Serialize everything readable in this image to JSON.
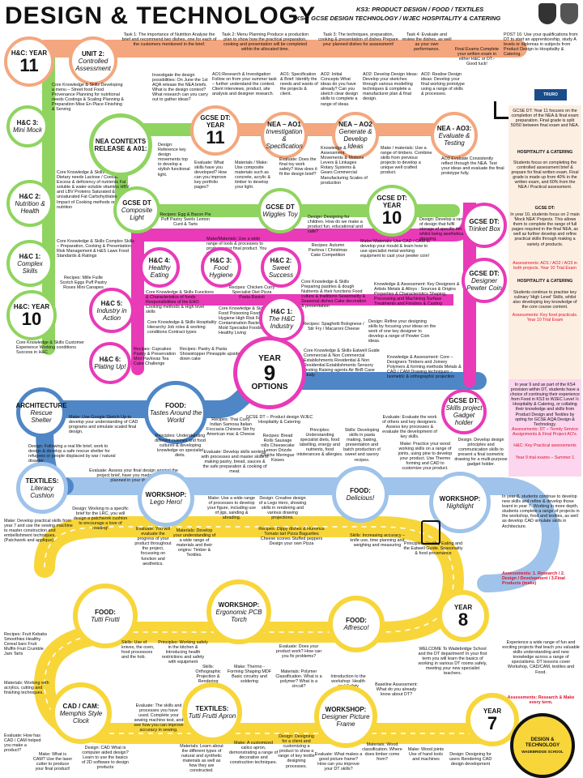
{
  "header": {
    "logo_text": "DESIGN & TECHNOLOGY",
    "ks3": "KS3: PRODUCT DESIGN / FOOD / TEXTILES",
    "ks4": "KS4: GCSE DESIGN TECHNOLOGY / WJEC HOSPITALITY & CATERING"
  },
  "colors": {
    "orange": "#f4a77e",
    "green": "#8fd460",
    "magenta": "#e93ab8",
    "blue": "#4f86c6",
    "yellow": "#f8d63a",
    "light_blue": "#9fc3ea",
    "red": "#e0102b"
  },
  "stops": {
    "y11": {
      "label": "H&C: YEAR",
      "num": "11"
    },
    "unit2": {
      "title": "UNIT 2:",
      "sub": "Controlled Assessment"
    },
    "mini_mock": {
      "title": "H&C 3:",
      "sub": "Mini Mock"
    },
    "nutrition": {
      "title": "H&C 2:",
      "sub": "Nutrition & Health"
    },
    "complex": {
      "title": "H&C 1:",
      "sub": "Complex Skills"
    },
    "y10hc": {
      "label": "H&C: YEAR",
      "num": "10"
    },
    "nea_context": {
      "title": "NEA CONTEXTS RELEASE & A01:"
    },
    "gcse11": {
      "label": "GCSE DT: YEAR",
      "num": "11"
    },
    "nea_ao1": {
      "title": "NEA – AO1",
      "sub": "Investigation & Specification"
    },
    "nea_ao2": {
      "title": "NEA – AO2",
      "sub": "Generate & Develop Ideas"
    },
    "nea_ao3": {
      "title": "NEA - AO3:",
      "sub": "Evaluate & Testing"
    },
    "composite": {
      "title": "GCSE DT",
      "sub": "Composite Light"
    },
    "wiggles": {
      "title": "GCSE DT",
      "sub": "Wiggles Toy"
    },
    "gcse10": {
      "label": "GCSE DT: YEAR",
      "num": "10"
    },
    "trinket": {
      "title": "GCSE DT:",
      "sub": "Trinket Box"
    },
    "pewter": {
      "title": "GCSE DT:",
      "sub": "Designer Pewter Coin"
    },
    "healthy": {
      "title": "H&C 4:",
      "sub": "Healthy Eating"
    },
    "hygiene": {
      "title": "H&C 3:",
      "sub": "Food Hygiene"
    },
    "sweet": {
      "title": "H&C 2:",
      "sub": "Sweet Success"
    },
    "industry_action": {
      "title": "H&C 5:",
      "sub": "Industry in Action"
    },
    "hc_industry": {
      "title": "H&C 1:",
      "sub": "The H&C Industry"
    },
    "plating": {
      "title": "H&C 6:",
      "sub": "Plating Up!"
    },
    "y9": {
      "label": "YEAR",
      "num": "9",
      "opt": "OPTIONS",
      "desc": "GCSE DT – Product design WJEC Hospitality & Catering"
    },
    "gadget": {
      "title": "GCSE DT:",
      "sub": "Skills project Gadget holder"
    },
    "architecture": {
      "title": "ARCHITECTURE",
      "sub": "Rescue Shelter"
    },
    "food_world": {
      "title": "FOOD:",
      "sub": "Tastes Around the World"
    },
    "textiles_lit": {
      "title": "TEXTILES:",
      "sub": "Literacy Cushion"
    },
    "lego": {
      "title": "WORKSHOP:",
      "sub": "Lego Hero!"
    },
    "delicious": {
      "title": "FOOD:",
      "sub": "Delicious!"
    },
    "nightlight": {
      "title": "WORKSHOP:",
      "sub": "Nightlight"
    },
    "tutti": {
      "title": "FOOD:",
      "sub": "Tutti Frutti"
    },
    "pcb": {
      "title": "WORKSHOP:",
      "sub": "Ergonomic PCB Torch"
    },
    "alfresco": {
      "title": "FOOD:",
      "sub": "Alfresco!"
    },
    "y8": {
      "label": "YEAR",
      "num": "8"
    },
    "memphis": {
      "title": "CAD / CAM:",
      "sub": "Memphis Style Clock"
    },
    "apron": {
      "title": "TEXTILES:",
      "sub": "Tutti Frutti Apron"
    },
    "frame": {
      "title": "WORKSHOP:",
      "sub": "Designer Picture Frame"
    },
    "y7": {
      "label": "YEAR",
      "num": "7"
    }
  },
  "texts": {
    "task1": "Task 1: The importance of Nutrition Analyse the brief and recommend two dishes, one for each of the customers mentioned in the brief.",
    "task2": "Task 2: Menu Planning Produce a production plan to show how the practical preparation, cooking and presentation will be completed within the allocated time.",
    "task3": "Task 3: The techniques, preparation, cooking & presentation of dishes Prepare your planned dishes for assessment!",
    "task4": "Task 4: Evaluate and review the dishes, as well as your own performance.",
    "final_exams": "Final Exams Complete your written exam in either H&C or DT– Good luck!",
    "post16": "POST 16: Use your qualifications from DT to start an apprenticeship, study A levels or diplomas in subjects from Product Design to Hospitality & Catering.",
    "truro": "TRURO COLLEGE",
    "unit2_skills": "Core Knowledge & Skills Developing a menu – Street food Food Provenance Planning for nutritional needs Costings & Scaling Planning & Preparation Mise En Place Finishing & Serving",
    "nutrition_skills": "Core Knowledge & Skills Nutrients & Dietary needs Lactose / Coeliac Excess & deficiency of nutrients Fat soluble & water-soluble vitamins HBV and LBV Proteins Saturated & unsaturated Fat Carbohydrates Impact of Cooking methods on nutrition",
    "complex_skills": "Core Knowledge & Skills Complex Skills – Preparation, Cooking & Presentation Risk Management & H&S Laws Food Standards & Ratings",
    "complex_recipes": "Recipes: Mille Fuille Scotch Eggs Puff Pastry Roses Mini Canapes",
    "y10_skills": "Core Knowledge & Skills Customer Experience Working conditions Success in H&C",
    "investigate": "Investigate the design possibilities: On June the 1st AQA release the NEA briefs. What is the design context? What research can you carry out to gather ideas?",
    "ao1": "AO1:Research & Investigation Follow on from your summer task – further understand the context. Client interviews, product, site analysis and designer research.",
    "ao1_spec": "AO1: Specification & Brief: Identify the needs and wants of the projects & client.",
    "ao2_initial": "AO2: Initial Concepts What ideas do you have already? Can you sketch clear design skills to complete a range of ideas.",
    "ao2_dev": "AO2: Develop Design Ideas: Develop your sketches through various modelling techniques & complete a manufacturer plan & final design.",
    "ao2_realise": "AO2: Realise Design ideas: Develop your final working prototype using a range of skills & processes.",
    "ao3": "AO3 Evaluate Consistently reflect through the NEA. Test your ideas and evaluate the final prototype fully.",
    "composite_design": "Design: Reference key design movements top to develop a stylish functional light.",
    "composite_eval": "Evaluate: What skills have you developed? How can you improve key portfolio pages?",
    "composite_make": "Materials / Make: Use composite materials such as concrete, acrylic & timber to develop your light.",
    "ao1_eval": "Evaluate: Does the final toy work safely? How does it fit the design brief?",
    "ao1_knowledge": "Knowledge & Assessment: Movements & Motions Levers & Linkages Rotary Systems & Gears Commercial Manufacturing Scales of production",
    "ao2_make": "Make / materials: Use a range of timbers. Combine skills from previous projects to develop a unique well crafted product.",
    "composite_recipes": "Recipes: Egg & Bacon Pie Puff Pastry Swirls Lemon Curd & Tarts",
    "wiggles_make": "Make/Materials: Use a wide range of tools & processes to produce your final product. You decide!",
    "wiggles_design": "Design: Designing for children. How do we make a product fun, educational and safe?",
    "trinket_design": "Design: Develop a range of design that fulfil storage of specific items, whilst being aesthetically pleasing.",
    "sweet_recipes": "Recipes: Autumn Pavlova / Christmas Cake Competition",
    "pewter_make": "Make/ Materials: Use CAD / CAM to develop your mould & learn how to use specialist metal working equipment to cast your pewter coin!",
    "healthy_skills": "Core Knowledge & Skills Functions & Characteristics of foods Responsibilities of the EHO Cooking methods & High level skills",
    "hygiene_recipes": "Recipes: Chicken Curry Specialist Diet Pizza Pasta Ravioli",
    "hygiene_skills": "Core Knowledge & Skills Food Poisoning Food Hygiene High Risk Foods & Contamination Bacteria & Mold Specialist Foods Healthy Living",
    "sweet_skills": "Core Knowledge & Skills Preparing pastries & dough Nutrients & their functions Food culture & traditions Seasonality & Seasonal dishes Cake decoration & presentation",
    "pewter_knowledge": "Knowledge & Assessment: Key Designers & Artists Metals & Alloys : Sources & Origins Properties & Characteristics Shaping, Processing and Machining Surface Treatments and Finishes & Casting",
    "industry_skills": "Core Knowledge & Skills Hospitality Hierarchy Job roles & working conditions Contract types",
    "hc_recipes": "Recipes: Spaghetti Bolognese / Stir Fry / Macaroni Cheese",
    "pewter_design": "Design: Refine your designing skills by focusing your ideas on the work of one key designer to develop a range of Pewter Coin ideas.",
    "plating_recipes": "Recipes: Cupcakes Pastry & Preservation Mini Pavlovas Tea Cake Challenge",
    "industry_recipes": "Recipes: Pastry & Pasta Showstopper Pineapple upside down cake",
    "hc_industry_skills": "Core Knowledge & Skills Eatwell Guide Commercial & Non Commercial Establishments Residential & Non Residential Establishments Sensory Testing Raising agents Air BnB Case Study",
    "gadget_knowledge": "Knowledge & Assessment: Core – Designers Timbers and Joinery Polymers & forming methods Metals & CAD / CAM Drawing techniques – Isometric & orthographic projection",
    "arch_make": "Make: Use Google Sketch Up to develop your understanding of CAD programs and simulate scaled final design.",
    "world_recipes": "Recipes: Thai Curry Indian Samosa Italian Foccacia Chinese Stir fry American mac & Cheese",
    "world_principles": "Principles: Understanding different cuisines and food cultures & developing knowledge on specialist diets.",
    "delicious_recipes": "Recipes: Bread Rolls Sausage rolls Cheesecake Lemon Drizzle Quiche Meringue Kisses",
    "delicious_principles": "Principles: Understanding specialist diets, food labelling, energy and nutrients, food intolerances & allergies.",
    "delicious_skills": "Skills: Developing skills in pasta making, baking, presentation and batch production of sweet and savory recipes.",
    "gadget_eval": "Evaluate: Evaluate the work of others and key designers. Assess key processes & evaluate the development of key skills.",
    "gadget_design": "Design: Develop design principles and communication skills to present a final isometric drawing for a multi-purpose gadget holder.",
    "gadget_make": "Make: Practice your wood working skills on a range of joints, using pine to develop your product. Use Thermo forming and CAD to customize your product.",
    "arch_design": "Design: Following a real life brief, work to design & develop a safe rescue shelter for refugees or people displaced by war / natural disaster.",
    "arch_eval": "Evaluate: Assess your final design against the project brief, have you made what you planned in your design?",
    "world_eval": "Evaluate: Develop skills working with processes and master skills in making pastry, bread, sauces & the safe preparation & cooking of meat.",
    "ks3_right": "In year 8, students continue to develop new skills and refine & develop those learnt in year 7. Working in more depth, students complete a range of projects in the workshop, food and textiles, as well as develop CAD simulate skills in Architecture.",
    "lit_make": "Make: Develop practical skills from year 7 and use the sewing machine to master construction and embellishment techniques. (Patchwork and applique).",
    "lit_design": "Design: Working to a specific brief for the LRC, you will design a patchwork cushion to encourage a love of reading!",
    "lego_eval": "Evaluate: You will evaluate the progress of your product throughout the project, focussing on function and aesthetics.",
    "lego_materials": "Materials: Develop your understanding of a wide range of materials and their origins: Timber & Textiles.",
    "lego_make": "Make: Use a wide range of processes to develop your figure, including use of jigs, sanding & abrading.",
    "lego_design": "Design: Creative design of a Lego Hero, showing skills in rendering and various drawing projections.",
    "delicious_recipes2": "Recipes: Dippy dishes & Hummus Tomato tart Pizza Baguettes Cheese scones Stuffed peppers Design your own Pizza",
    "alfresco_skills": "Skills: Increasing accuracy – knife use, time planning and weighing and measuring",
    "alfresco_principles": "Principles: Healthy Eating and the Eatwell Guide. Seasonality & food provenance",
    "tutti_recipes": "Recipes: Fruit Kebabs Smoothies Healthy Cereal bars Fruit Muffin Fruit Crumble Jam Tarts",
    "tutti_skills": "Skills: Use of knives, the oven, food processors and the hob.",
    "pcb_principles": "Principles: Working safely in the kitchen & Introducing health restrictions and safety with equipment",
    "pcb_skills": "Skills: Orthographic Projection & Rendering",
    "pcb_evaluate": "Evaluate: Does your product work? How can you fix problems?",
    "pcb_materials": "Materials: Polymer Classification. What is a polymer? What is a circuit?",
    "pcb_make": "Make: Thermo - Forming Shaping MDF Basic circuitry and soldering",
    "intro_workshop": "Introduction to the workshop: Health and Safety",
    "baseline": "Baseline Assessment: What do you already know about DT?",
    "welcome": "WELCOME To Wadebridge School and the DT department! In your first term you will learn the basics of working in various DT rooms safely, meeting your new specialist teachers.",
    "ks3_right2": "Experience a wide range of fun and exciting projects that teach you valuable skills understanding and new knowledge across a range of specialisms. DT lessons cover Workshop, CAD/CAM, textiles and Food.",
    "assess_y7": "Assessments: Research & Make every term.",
    "assess_y8": "Assessments: 1. Research / 2. Design / Development / 3.Final Products (make)",
    "memphis_materials": "Materials: Working with acrylics, cutting and finishing techniques.",
    "memphis_eval": "Evaluate: How has CAD / CAM helped you make a product?",
    "memphis_make": "Make: What is CAM? Use the laser cutter to produce your final product!",
    "memphis_design": "Design: CAD What is computer aided design? Learn to use the basics of 2D software to design products",
    "apron_eval": "Evaluate: The skills and processes you have used. Complete your sewing machine test, and see how you can improve accuracy in sewing.",
    "apron_materials": "Materials: Learn about the different types of natural and synthetic materials as well as how they are constructed.",
    "apron_make": "Make: A customized calico apron, demonstrating a range of decorative and construction techniques.",
    "apron_design": "Design: Designing for a client and customizing a product to show a range of key textile designing processes.",
    "frame_eval": "Evaluate: What makes a good picture frame? How can you improve your DT skills?",
    "frame_materials": "Materials: Wood classification. Where does timber come from?",
    "frame_make": "Make: Wood joints Use of hand tools and machines",
    "frame_design": "Design: Designing for users Rendering CAD design development",
    "badge": "DESIGN & TECHNOLOGY",
    "badge_sub": "WADEBRIDGE SCHOOL",
    "gcse_dt_right": "GCSE DT: Year 11 focuses on the completion of the NEA & final exam preparation. Final grade is split 50/50 between final exam and NEA.",
    "hc_right_title": "HOSPITALITY & CATERING",
    "hc_right": "Students focus on completing the controlled assessment brief & prepare for final written exam. Final grade is made up from 40% in the written exam, and 60% from the NEA / Practical assessment.",
    "gcse_dt10_title": "GCSE DT:",
    "gcse_dt10": "In year 10, students focus on 2 main 'Mock NEA' Projects. This allows them to complete the range of full pages required in the final NEA, as well as further develop and refine practical skills through making a variety of products.",
    "assess_dt10": "Assessments: AO1 / AO2 / AO3 in both projects. Year 10 Trial Exam",
    "hc10_title": "HOSPITALITY & CATERING",
    "hc10": "Students continue to practise key culinary 'High Level' Skills, whilst also developing key knowledge of the core course content.",
    "assess_hc10": "Assessments: Key food practicals. Year 10 Trial Exam",
    "y9_right": "In year 9 and as part of the KS4 provision within DT, students have a choice of continuing their experience from Food in KS3 to WJEC Level ½ Hospitality & Catering, or collating their knowledge and skills from Product Design and Textiles by opting for GCSE AQA Design & Technology.",
    "assess_y9a": "Assessments: DT – Termly Service Assignments & Final Project AO's.",
    "assess_y9b": "H&C: Key Practical assessments",
    "assess_y9c": "Year 9 trial exams – Summer 1"
  }
}
